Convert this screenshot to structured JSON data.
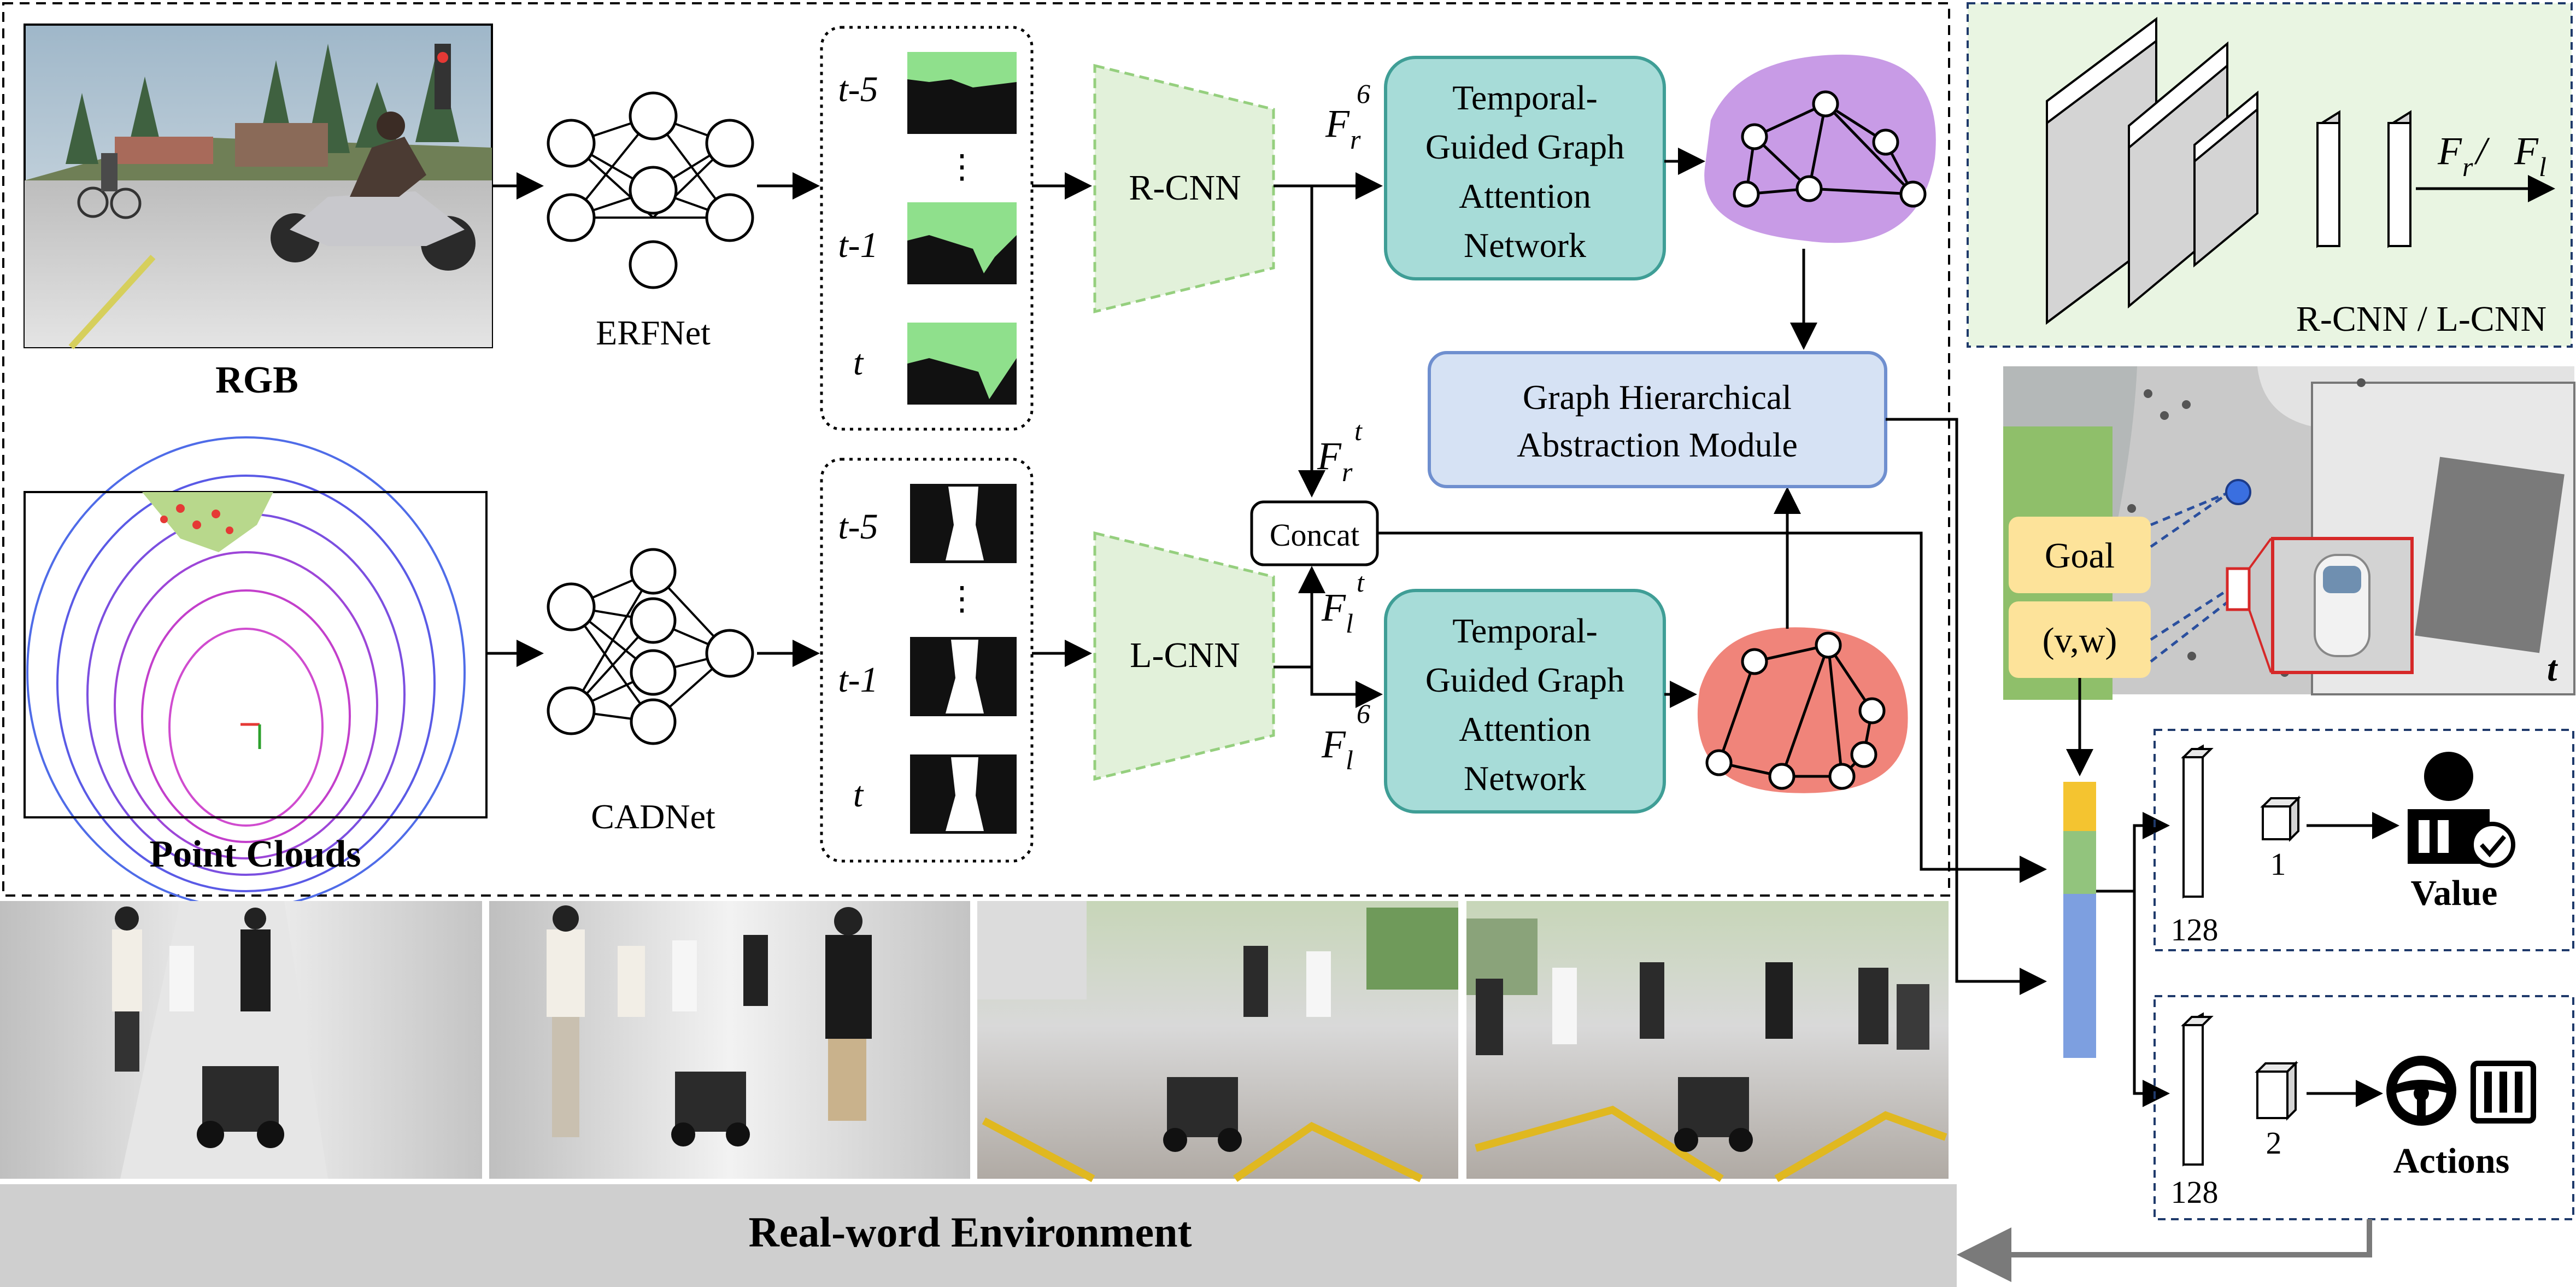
{
  "inputs": {
    "rgb_label": "RGB",
    "pc_label": "Point Clouds"
  },
  "segmentation": {
    "rgb_net": "ERFNet",
    "pc_net": "CADNet",
    "frames": [
      "t-5",
      "⋮",
      "t-1",
      "t"
    ]
  },
  "cnn": {
    "rgb": "R-CNN",
    "pc": "L-CNN"
  },
  "features": {
    "fr_base": "F",
    "fr_sub": "r",
    "fr_sup_6": "6",
    "fr_sup_t": "t",
    "fl_base": "F",
    "fl_sub": "l",
    "fl_sup_6": "6",
    "fl_sup_t": "t"
  },
  "modules": {
    "tgat_line1": "Temporal-",
    "tgat_line2": "Guided Graph",
    "tgat_line3": "Attention",
    "tgat_line4": "Network",
    "gham_line1": "Graph Hierarchical",
    "gham_line2": "Abstraction Module",
    "concat": "Concat"
  },
  "cnn_inset": {
    "caption": "R-CNN / L-CNN",
    "out_F": "F",
    "out_r": "r",
    "out_slash": " / ",
    "out_l": "l"
  },
  "scene": {
    "goal": "Goal",
    "velocity": "(v,w)",
    "time": "t"
  },
  "heads": {
    "value_dim_big": "128",
    "value_dim_small": "1",
    "value_label": "Value",
    "actions_dim_big": "128",
    "actions_dim_small": "2",
    "actions_label": "Actions"
  },
  "environment": {
    "label": "Real-word Environment"
  },
  "colors": {
    "teal_fill": "#a7dcd8",
    "teal_stroke": "#3f9e96",
    "blue_fill": "#d6e2f4",
    "blue_stroke": "#6f8fcf",
    "green_inset": "#e9f5e2",
    "cnn_green": "#e2f1da",
    "cnn_stroke": "#95cf7e",
    "purple_graph": "#c89be6",
    "red_graph": "#f0847a",
    "goal_fill": "#fde39a",
    "bar_yellow": "#f4c430",
    "bar_green": "#92c47d",
    "bar_blue": "#7d9fe0",
    "env_bar": "#cfcfcf",
    "mask_green": "#8fe08c"
  }
}
